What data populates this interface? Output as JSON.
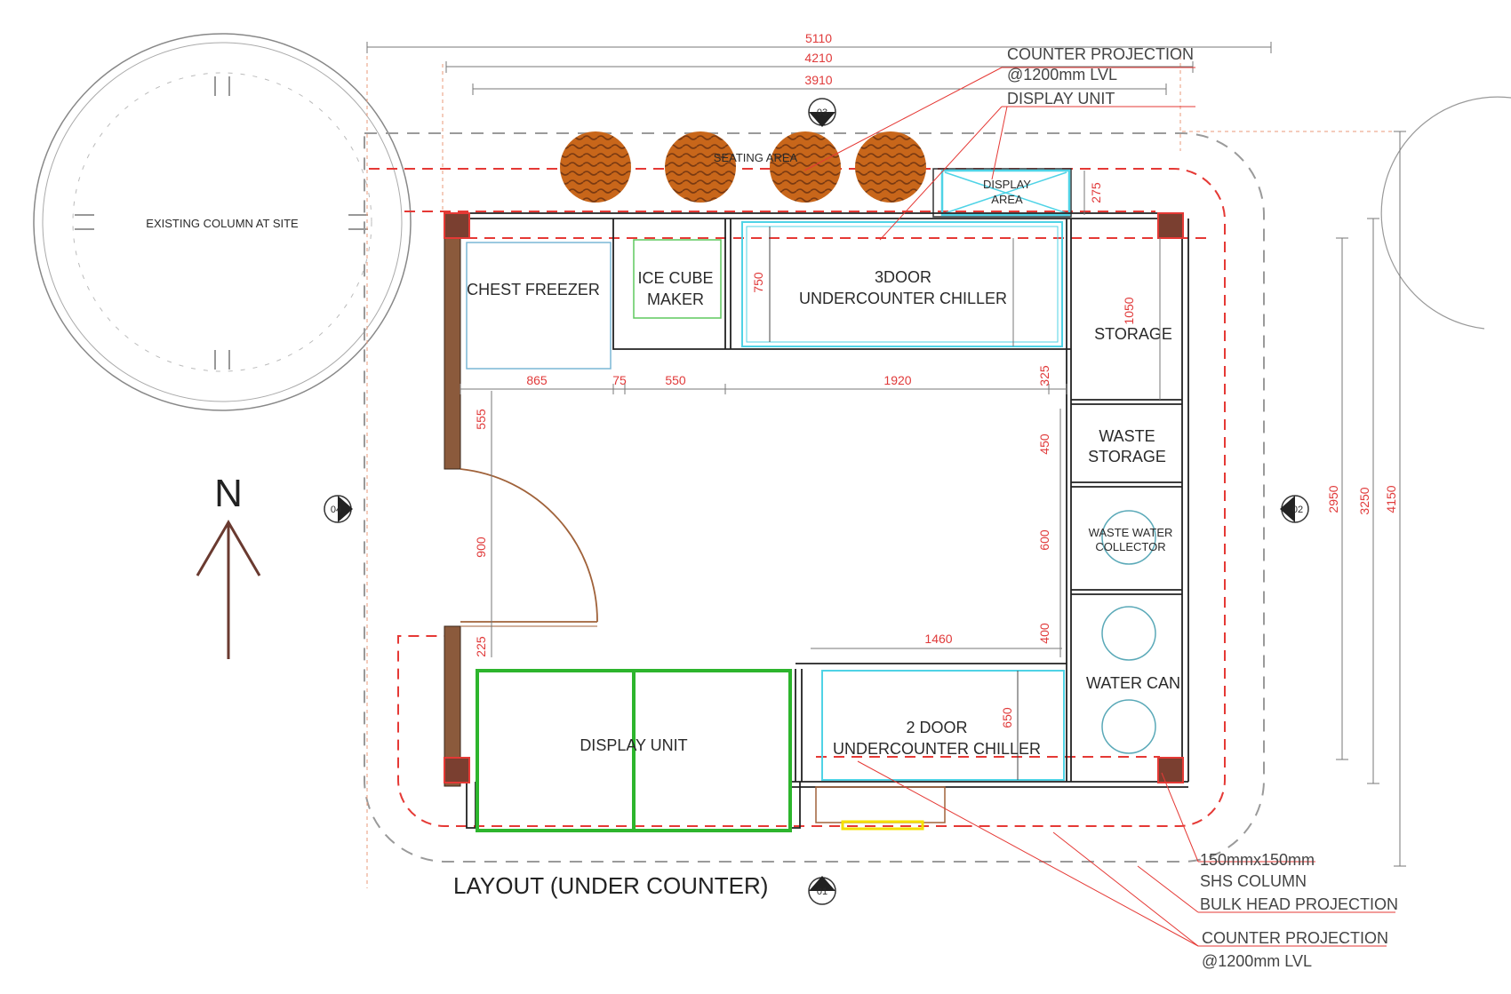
{
  "drawing": {
    "title": "LAYOUT (UNDER COUNTER)",
    "north": "N",
    "column_label": "EXISTING COLUMN AT SITE",
    "seating": "SEATING AREA",
    "display_area": [
      "DISPLAY",
      "AREA"
    ],
    "rooms": {
      "chest_freezer": "CHEST FREEZER",
      "ice_cube": [
        "ICE CUBE",
        "MAKER"
      ],
      "chiller3": [
        "3DOOR",
        "UNDERCOUNTER CHILLER"
      ],
      "storage": "STORAGE",
      "waste_storage": [
        "WASTE",
        "STORAGE"
      ],
      "waste_water": [
        "WASTE WATER",
        "COLLECTOR"
      ],
      "water_can": "WATER CAN",
      "display_unit": "DISPLAY UNIT",
      "chiller2": [
        "2 DOOR",
        "UNDERCOUNTER CHILLER"
      ]
    },
    "dims_top": [
      "5110",
      "4210",
      "3910"
    ],
    "dims_right": [
      "2950",
      "3250",
      "4150"
    ],
    "dims_row": [
      "865",
      "75",
      "550",
      "1920",
      "325"
    ],
    "dims_inner": {
      "d275": "275",
      "d750": "750",
      "d1050": "1050",
      "d555": "555",
      "d900": "900",
      "d225": "225",
      "d450": "450",
      "d600": "600",
      "d400": "400",
      "d1460": "1460",
      "d650": "650"
    },
    "section_marks": [
      "03",
      "04",
      "02",
      "01"
    ],
    "callouts": {
      "counter_top": [
        "COUNTER PROJECTION",
        "@1200mm LVL"
      ],
      "display_unit": "DISPLAY UNIT",
      "shs": [
        "150mmx150mm",
        "SHS COLUMN"
      ],
      "bulkhead": "BULK HEAD PROJECTION",
      "counter_bottom": [
        "COUNTER PROJECTION",
        "@1200mm LVL"
      ]
    },
    "colors": {
      "red": "#e53935",
      "wood": "#8b5a3c",
      "column": "#7a3f30",
      "green": "#2db52d",
      "cyan": "#4fd3e6",
      "yellow": "#f5e000",
      "seat": "#c8661a"
    }
  }
}
